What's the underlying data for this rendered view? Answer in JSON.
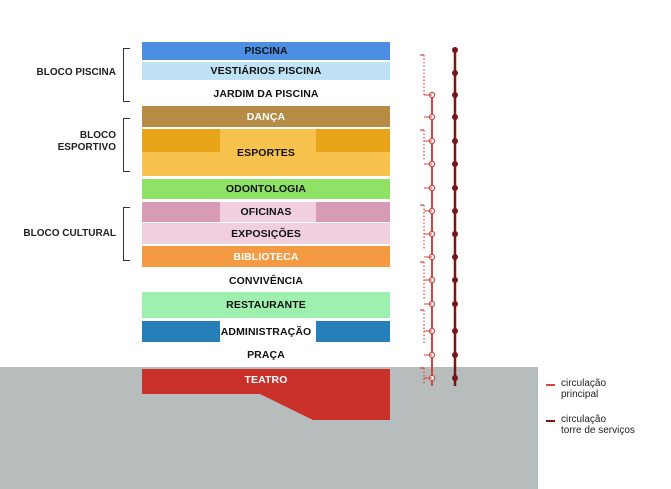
{
  "floors": [
    {
      "label": "PISCINA",
      "color": "#4b8ee2"
    },
    {
      "label": "VESTIÁRIOS PISCINA",
      "color": "#bfe2f6"
    },
    {
      "label": "JARDIM DA PISCINA",
      "color": "#ffffff"
    },
    {
      "label": "DANÇA",
      "color": "#b68b46"
    },
    {
      "label": "ESPORTES",
      "color": "#f7c34c"
    },
    {
      "label": "ODONTOLOGIA",
      "color": "#8ee265"
    },
    {
      "label": "OFICINAS",
      "color": "#d79bb5"
    },
    {
      "label": "EXPOSIÇÕES",
      "color": "#f0cfdf"
    },
    {
      "label": "BIBLIOTECA",
      "color": "#f39a43"
    },
    {
      "label": "CONVIVÊNCIA",
      "color": "#ffffff"
    },
    {
      "label": "RESTAURANTE",
      "color": "#9ef0ae"
    },
    {
      "label": "ADMINISTRAÇÃO",
      "color": "#277fb9"
    },
    {
      "label": "PRAÇA",
      "color": "#ffffff"
    },
    {
      "label": "TEATRO",
      "color": "#c9302a"
    }
  ],
  "groups": [
    {
      "label": "BLOCO PISCINA"
    },
    {
      "label": "BLOCO\nESPORTIVO"
    },
    {
      "label": "BLOCO CULTURAL"
    }
  ],
  "legend": [
    {
      "label": "circulação\nprincipal",
      "color": "#d2463f"
    },
    {
      "label": "circulação\ntorre de serviços",
      "color": "#7a1515"
    }
  ],
  "colors": {
    "ground": "#b6bdbc",
    "main_circulation": "#d2463f",
    "service_circulation": "#7a1515",
    "esportes_dark": "#e9a51a"
  }
}
